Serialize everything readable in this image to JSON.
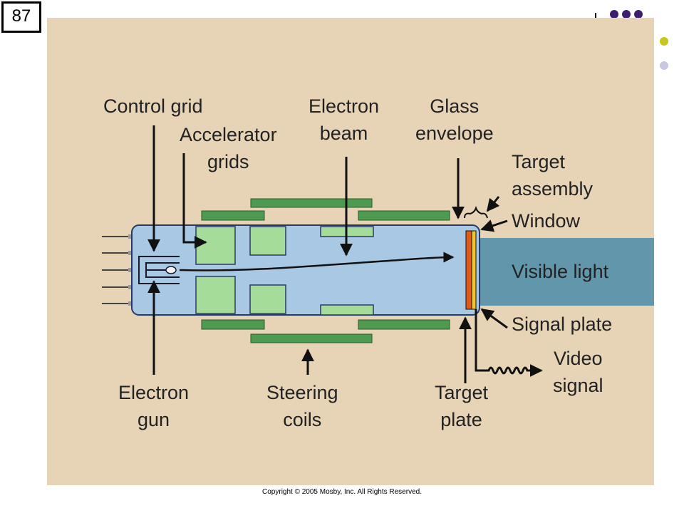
{
  "slide": {
    "number": "87"
  },
  "diagram": {
    "labels": {
      "control_grid": "Control grid",
      "accelerator_grids": "Accelerator\ngrids",
      "electron_beam": "Electron\nbeam",
      "glass_envelope": "Glass\nenvelope",
      "target_assembly": "Target\nassembly",
      "window": "Window",
      "visible_light": "Visible light",
      "signal_plate": "Signal plate",
      "video_signal": "Video\nsignal",
      "electron_gun": "Electron\ngun",
      "steering_coils": "Steering\ncoils",
      "target_plate": "Target\nplate"
    },
    "colors": {
      "background": "#e7d4b6",
      "tube": "#a8c8e4",
      "grids": "#a6dc9a",
      "coils": "#4e9a50",
      "light_beam": "#6297ab",
      "target_plate": "#e05a1a",
      "signal_plate": "#f2c430"
    }
  },
  "footer": {
    "copyright": "Copyright © 2005 Mosby, Inc. All Rights Reserved."
  }
}
